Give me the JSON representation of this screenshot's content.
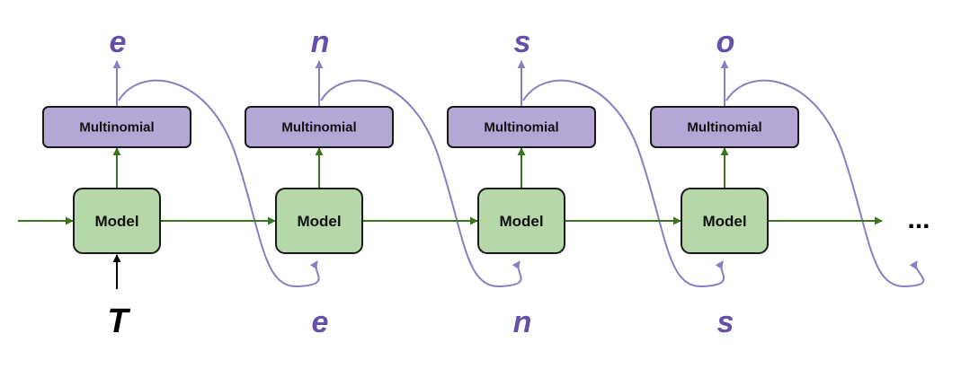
{
  "colors": {
    "model_fill": "#b6d7a8",
    "multinomial_fill": "#b4a7d6",
    "box_stroke": "#1a1a1a",
    "green_arrow": "#38761d",
    "purple_curve": "#8e7cc3",
    "purple_text": "#674ea7",
    "black_text": "#000000"
  },
  "stages": [
    {
      "model_label": "Model",
      "multinomial_label": "Multinomial",
      "output": "e",
      "input": "T"
    },
    {
      "model_label": "Model",
      "multinomial_label": "Multinomial",
      "output": "n",
      "input": "e"
    },
    {
      "model_label": "Model",
      "multinomial_label": "Multinomial",
      "output": "s",
      "input": "n"
    },
    {
      "model_label": "Model",
      "multinomial_label": "Multinomial",
      "output": "o",
      "input": "s"
    }
  ],
  "continuation": "..."
}
